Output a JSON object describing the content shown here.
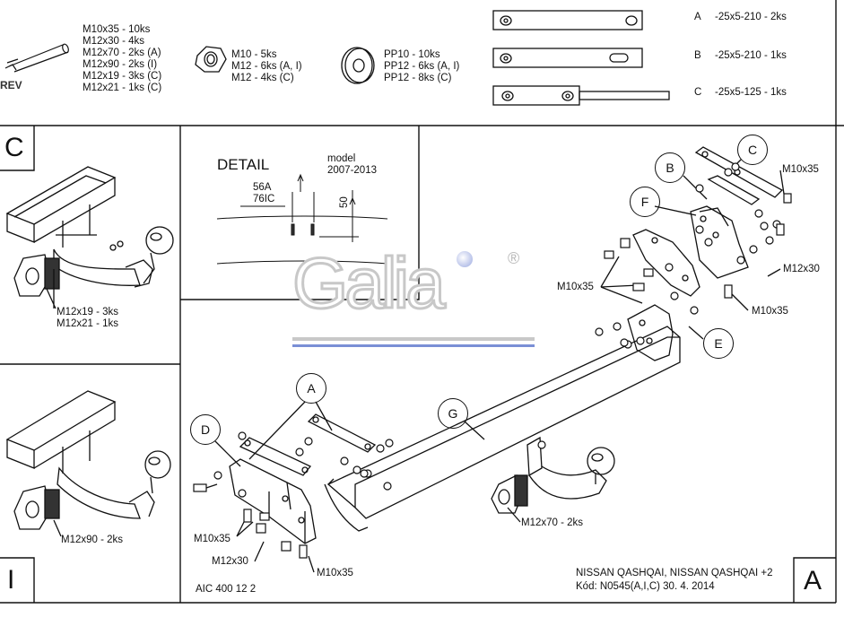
{
  "header": {
    "bolts_list": [
      "M10x35 - 10ks",
      "M12x30 - 4ks",
      "M12x70 - 2ks (A)",
      "M12x90 - 2ks (I)",
      "M12x19 - 3ks (C)",
      "M12x21 - 1ks (C)"
    ],
    "rev_label": "REV",
    "nuts_list": [
      "M10 - 5ks",
      "M12 - 6ks (A, I)",
      "M12 - 4ks (C)"
    ],
    "washers_list": [
      "PP10 - 10ks",
      "PP12 - 6ks (A, I)",
      "PP12 - 8ks (C)"
    ],
    "plates": [
      {
        "letter": "A",
        "spec": "-25x5-210  -  2ks"
      },
      {
        "letter": "B",
        "spec": "-25x5-210  -  1ks"
      },
      {
        "letter": "C",
        "spec": "-25x5-125  -  1ks"
      }
    ]
  },
  "panel_c": {
    "letter": "C",
    "label1": "M12x19 - 3ks",
    "label2": "M12x21 - 1ks"
  },
  "panel_i": {
    "letter": "I",
    "label": "M12x90 - 2ks"
  },
  "detail": {
    "title": "DETAIL",
    "model_label": "model",
    "model_years": "2007-2013",
    "code1": "56A",
    "code2": "76IC",
    "dimension": "50"
  },
  "logo": {
    "text": "Galia",
    "registered": "®"
  },
  "main": {
    "callouts": [
      "A",
      "B",
      "C",
      "D",
      "E",
      "F",
      "G"
    ],
    "bolt_labels": {
      "m10x35_top": "M10x35",
      "m12x30_right": "M12x30",
      "m10x35_left": "M10x35",
      "m10x35_mid": "M10x35",
      "m10x35_bottom_left": "M10x35",
      "m12x30_bottom": "M12x30",
      "m10x35_bottom": "M10x35",
      "m12x70": "M12x70 - 2ks"
    },
    "code": "AIC 400 12 2",
    "vehicle": "NISSAN QASHQAI, NISSAN QASHQAI +2",
    "kod": "Kód: N0545(A,I,C)  30. 4. 2014",
    "corner_letter": "A"
  },
  "colors": {
    "line": "#111111",
    "logo_gray": "#c8c8c8",
    "logo_blue": "#7a8fd6"
  }
}
